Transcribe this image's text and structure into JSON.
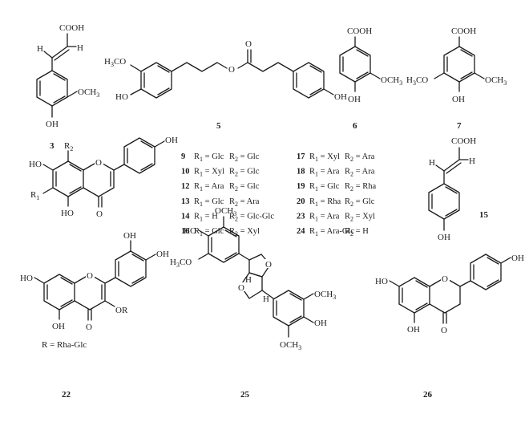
{
  "compounds": {
    "c3": {
      "number": "3",
      "cooh": "COOH",
      "h": "H",
      "oh": "OH",
      "och3": "OCH",
      "sub3": "3"
    },
    "c5": {
      "number": "5",
      "h3co": "H",
      "h3co_sub": "3",
      "h3co_rest": "CO",
      "oh_left": "HO",
      "oh_right": "OH"
    },
    "c6": {
      "number": "6",
      "cooh": "COOH",
      "oh": "OH",
      "och3": "OCH",
      "sub3": "3"
    },
    "c7": {
      "number": "7",
      "cooh": "COOH",
      "h3co": "H",
      "h3co_sub": "3",
      "h3co_rest": "CO",
      "oh": "OH",
      "och3": "OCH",
      "sub3": "3"
    },
    "c15": {
      "number": "15",
      "cooh": "COOH",
      "h_left": "H",
      "h_right": "H",
      "oh": "OH"
    },
    "core": {
      "r2": "R",
      "r2_sub": "2",
      "r1": "R",
      "r1_sub": "1",
      "ho_top": "HO",
      "ho_bottom": "HO",
      "o_ring": "O",
      "o_keto": "O",
      "oh": "OH"
    },
    "c22": {
      "number": "22",
      "oh1": "OH",
      "oh2": "OH",
      "ho_left": "HO",
      "ho_bottom": "OH",
      "or": "OR",
      "o_ring": "O",
      "o_keto": "O",
      "r_def": "R = Rha-Glc"
    },
    "c25": {
      "number": "25",
      "och3_top": "OCH",
      "sub3": "3",
      "ho": "HO",
      "h3co": "H",
      "h3co_sub": "3",
      "h3co_rest": "CO",
      "och3_right": "OCH",
      "oh_right": "OH",
      "och3_bottom": "OCH",
      "o_top": "O",
      "o_bottom": "O",
      "h_top": "H",
      "h_bottom": "H"
    },
    "c26": {
      "number": "26",
      "oh": "OH",
      "ho_left": "HO",
      "oh_bottom": "OH",
      "o_ring": "O",
      "o_keto": "O"
    }
  },
  "substituent_table": {
    "left": [
      {
        "num": "9",
        "r1": "Glc",
        "r2": "Glc"
      },
      {
        "num": "10",
        "r1": "Xyl",
        "r2": "Glc"
      },
      {
        "num": "12",
        "r1": "Ara",
        "r2": "Glc"
      },
      {
        "num": "13",
        "r1": "Glc",
        "r2": "Ara"
      },
      {
        "num": "14",
        "r1": "H",
        "r2": "Glc-Glc"
      },
      {
        "num": "16",
        "r1": "Glc",
        "r2": "Xyl"
      }
    ],
    "right": [
      {
        "num": "17",
        "r1": "Xyl",
        "r2": "Ara"
      },
      {
        "num": "18",
        "r1": "Ara",
        "r2": "Ara"
      },
      {
        "num": "19",
        "r1": "Glc",
        "r2": "Rha"
      },
      {
        "num": "20",
        "r1": "Rha",
        "r2": "Glc"
      },
      {
        "num": "23",
        "r1": "Ara",
        "r2": "Xyl"
      },
      {
        "num": "24",
        "r1": "Ara-Glc",
        "r2": "H"
      }
    ],
    "r1_prefix": "R",
    "r1_sub": "1",
    "r2_prefix": "R",
    "r2_sub": "2",
    "eq": " = "
  }
}
